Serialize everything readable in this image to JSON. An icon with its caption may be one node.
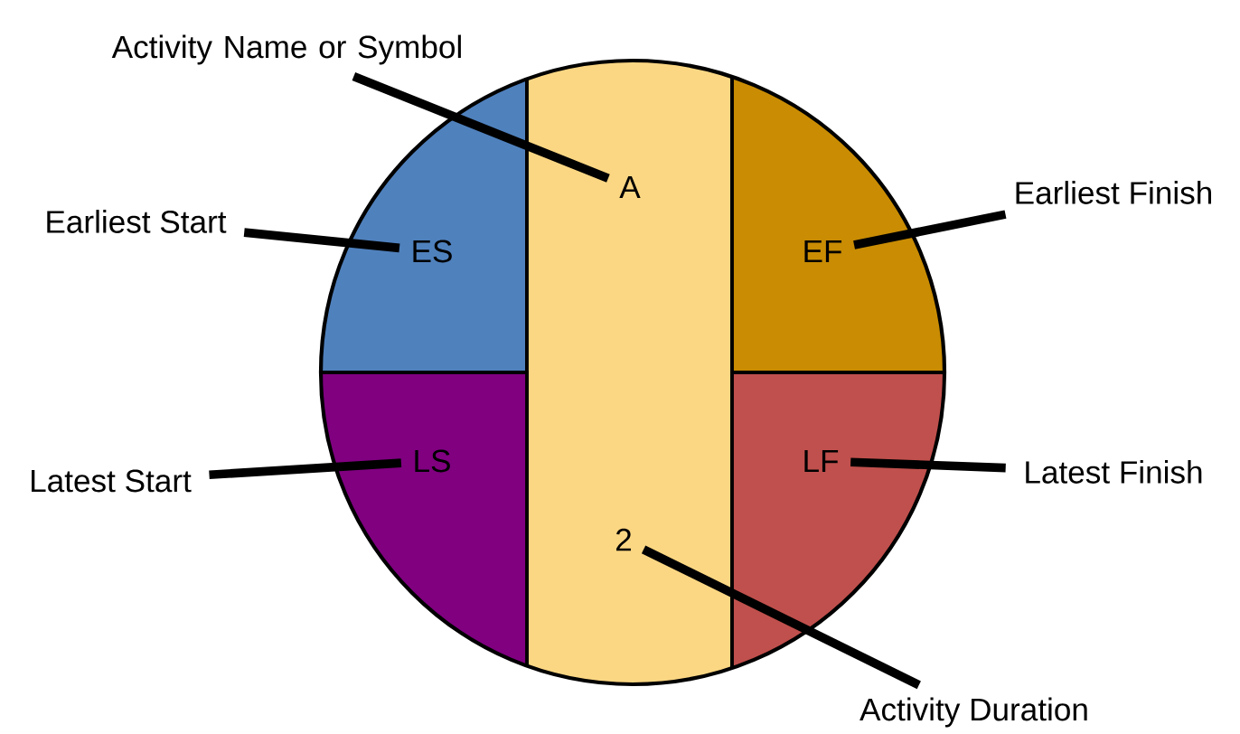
{
  "diagram": {
    "nodes": [
      {
        "text": [],
        "shape": "circle"
      },
      {
        "text": [
          "ES"
        ],
        "in": 0
      },
      {
        "text": [
          "A",
          "2"
        ],
        "in": 0
      },
      {
        "text": [
          "EF"
        ],
        "in": 0
      },
      {
        "text": [
          "LS"
        ],
        "in": 0
      },
      {
        "text": [
          "LF"
        ],
        "in": 0
      },
      {
        "text": [
          "Activity Name or Symbol"
        ]
      },
      {
        "text": [
          "Earliest Start"
        ]
      },
      {
        "text": [
          "Earliest Finish"
        ]
      },
      {
        "text": [
          "Latest Start"
        ]
      },
      {
        "text": [
          "Latest Finish"
        ]
      },
      {
        "text": [
          "Activity Duration"
        ]
      }
    ],
    "edges": [
      {
        "from": 6,
        "to": 2,
        "arrow": "none"
      },
      {
        "from": 7,
        "to": 1,
        "arrow": "none"
      },
      {
        "from": 8,
        "to": 3,
        "arrow": "none"
      },
      {
        "from": 9,
        "to": 4,
        "arrow": "none"
      },
      {
        "from": 10,
        "to": 5,
        "arrow": "none"
      },
      {
        "from": 11,
        "to": 2,
        "arrow": "none"
      }
    ]
  }
}
